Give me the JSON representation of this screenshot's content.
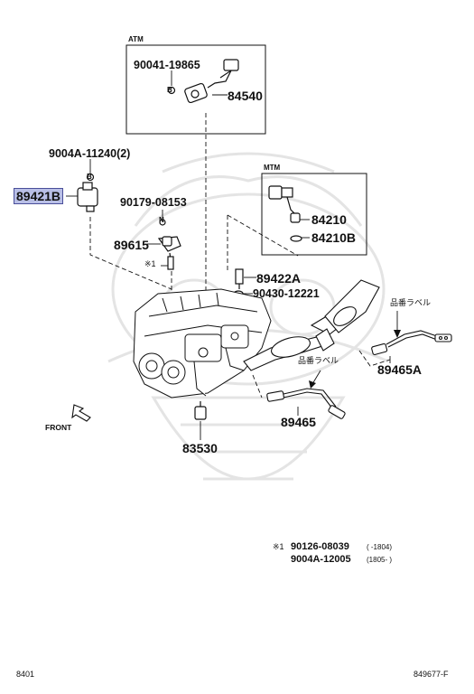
{
  "boxes": {
    "atm": "ATM",
    "mtm": "MTM"
  },
  "parts": {
    "p90041": "90041-19865",
    "p84540": "84540",
    "p9004a_11240": "9004A-11240(2)",
    "p89421b": "89421B",
    "p90179": "90179-08153",
    "p89615": "89615",
    "mark1": "※1",
    "p84210": "84210",
    "p84210b": "84210B",
    "p89422a": "89422A",
    "p90430": "90430-12221",
    "p89465a": "89465A",
    "p89465": "89465",
    "p83530": "83530"
  },
  "markers": {
    "b1": "B",
    "b2": "B",
    "b3": "B",
    "n1": "N"
  },
  "jp_labels": {
    "label_a": "品番ラベル",
    "label_b": "品番ラベル"
  },
  "front": "FRONT",
  "notes": {
    "mark": "※1",
    "line1_part": "90126-08039",
    "line1_range": "(      -1804)",
    "line2_part": "9004A-12005",
    "line2_range": "(1805-      )"
  },
  "footer": {
    "left": "8401",
    "right": "849677-F"
  },
  "colors": {
    "highlight": "#b9bfe6",
    "ink": "#111111",
    "watermark": "#e6e6e6"
  }
}
